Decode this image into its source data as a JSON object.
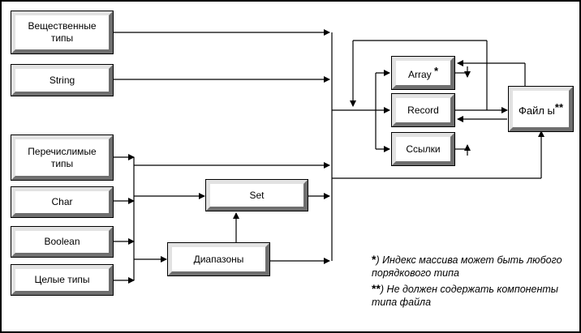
{
  "boxes": {
    "real_types": "Вещественные типы",
    "string": "String",
    "enum_types": "Перечислимые типы",
    "char": "Char",
    "boolean": "Boolean",
    "integer_types": "Целые типы",
    "set": "Set",
    "ranges": "Диапазоны",
    "array": "Array",
    "array_mark": "*",
    "record": "Record",
    "links": "Ссылки",
    "files": "Файл ы",
    "files_mark": "**"
  },
  "notes": {
    "note1_marker": "*",
    "note1_text": ") Индекс массива может быть любого порядкового типа",
    "note2_marker": "**",
    "note2_text": ") Не должен содержать компоненты типа файла"
  }
}
